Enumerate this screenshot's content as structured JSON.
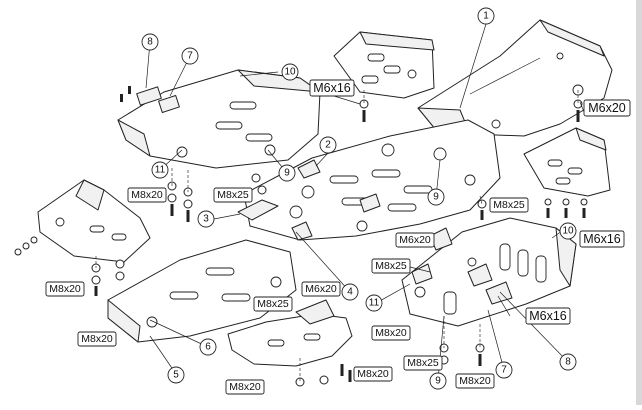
{
  "callouts": [
    "1",
    "2",
    "3",
    "4",
    "5",
    "6",
    "7",
    "8",
    "9",
    "10",
    "11"
  ],
  "fasteners": {
    "m6x16": "M6x16",
    "m6x20": "M6x20",
    "m8x20": "M8x20",
    "m8x25": "M8x25"
  }
}
